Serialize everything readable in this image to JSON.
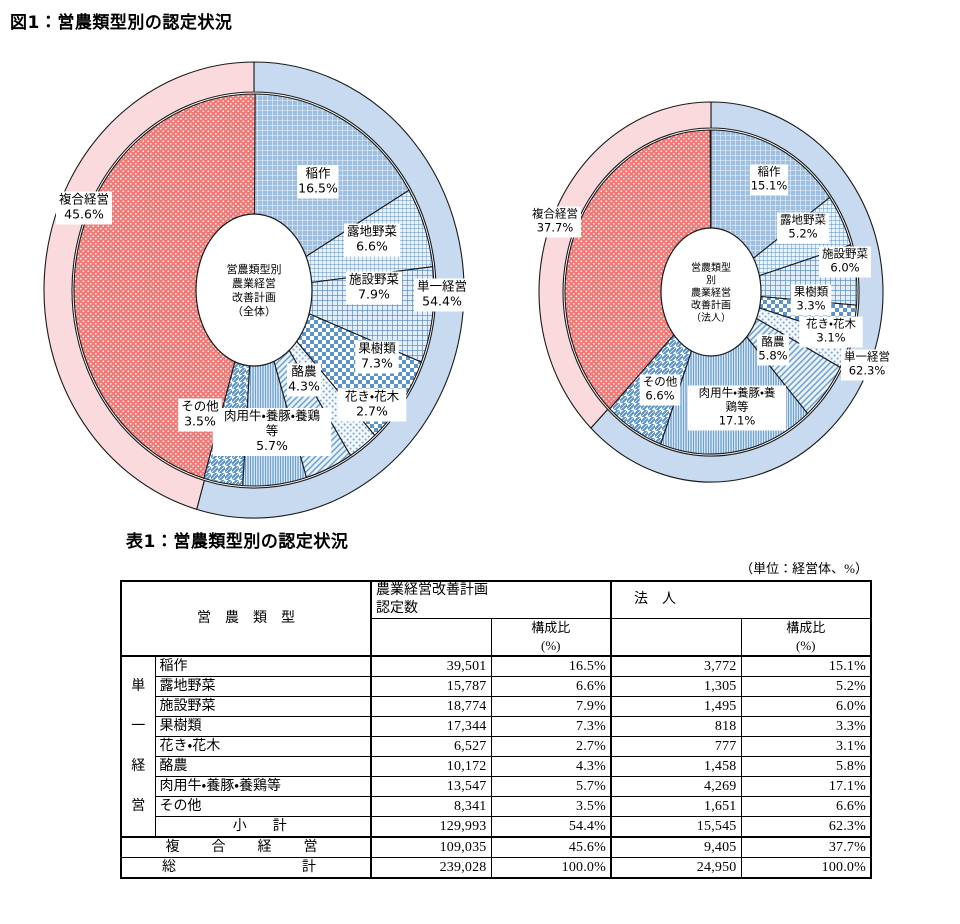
{
  "figure": {
    "title": "図1：営農類型別の認定状況",
    "charts": [
      {
        "center_lines": [
          "営農類型別",
          "農業経営",
          "改善計画",
          "（全体）"
        ],
        "outer": [
          {
            "label": "複合経営",
            "value": 45.6,
            "value_text": "45.6%"
          },
          {
            "label": "単一経営",
            "value": 54.4,
            "value_text": "54.4%"
          }
        ],
        "inner": [
          {
            "label": "稲作",
            "value": 16.5,
            "value_text": "16.5%",
            "pattern": "grid-fine"
          },
          {
            "label": "露地野菜",
            "value": 6.6,
            "value_text": "6.6%",
            "pattern": "grid-vfine"
          },
          {
            "label": "施設野菜",
            "value": 7.9,
            "value_text": "7.9%",
            "pattern": "grid-med"
          },
          {
            "label": "果樹類",
            "value": 7.3,
            "value_text": "7.3%",
            "pattern": "checker"
          },
          {
            "label": "花き・花木",
            "value": 2.7,
            "value_text": "2.7%",
            "pattern": "dots"
          },
          {
            "label": "酪農",
            "value": 4.3,
            "value_text": "4.3%",
            "pattern": "diag-hatch"
          },
          {
            "label": "肉用牛・養豚・養鶏等",
            "value": 5.7,
            "value_text": "5.7%",
            "pattern": "vstripe"
          },
          {
            "label": "その他",
            "value": 3.5,
            "value_text": "3.5%",
            "pattern": "diag-stripe"
          },
          {
            "label": "複合経営",
            "value": 45.6,
            "value_text": "45.6%",
            "pattern": "reddots"
          }
        ]
      },
      {
        "center_lines": [
          "営農類型",
          "別",
          "農業経営",
          "改善計画",
          "（法人）"
        ],
        "outer": [
          {
            "label": "複合経営",
            "value": 37.7,
            "value_text": "37.7%"
          },
          {
            "label": "単一経営",
            "value": 62.3,
            "value_text": "62.3%"
          }
        ],
        "inner": [
          {
            "label": "稲作",
            "value": 15.1,
            "value_text": "15.1%",
            "pattern": "grid-fine"
          },
          {
            "label": "露地野菜",
            "value": 5.2,
            "value_text": "5.2%",
            "pattern": "grid-vfine"
          },
          {
            "label": "施設野菜",
            "value": 6.0,
            "value_text": "6.0%",
            "pattern": "grid-med"
          },
          {
            "label": "果樹類",
            "value": 3.3,
            "value_text": "3.3%",
            "pattern": "checker"
          },
          {
            "label": "花き・花木",
            "value": 3.1,
            "value_text": "3.1%",
            "pattern": "dots"
          },
          {
            "label": "酪農",
            "value": 5.8,
            "value_text": "5.8%",
            "pattern": "diag-hatch"
          },
          {
            "label": "肉用牛・養豚・養鶏等",
            "value": 17.1,
            "value_text": "17.1%",
            "pattern": "vstripe"
          },
          {
            "label": "その他",
            "value": 6.6,
            "value_text": "6.6%",
            "pattern": "diag-stripe"
          },
          {
            "label": "複合経営",
            "value": 37.7,
            "value_text": "37.7%",
            "pattern": "reddots"
          }
        ]
      }
    ]
  },
  "table": {
    "title": "表1：営農類型別の認定状況",
    "unit_note": "（単位：経営体、%）",
    "headers": {
      "category": "営　農　類　型",
      "col_total": "農業経営改善計画認定数",
      "col_total_l1": "農業経営改善計画",
      "col_total_l2": "認定数",
      "col_share": "構成比",
      "col_share_unit": "(%)",
      "col_corp": "法　人"
    },
    "group_single": [
      "単",
      "一",
      "経",
      "営"
    ],
    "rows": [
      {
        "label": "稲作",
        "total": "39,501",
        "total_share": "16.5%",
        "corp": "3,772",
        "corp_share": "15.1%"
      },
      {
        "label": "露地野菜",
        "total": "15,787",
        "total_share": "6.6%",
        "corp": "1,305",
        "corp_share": "5.2%"
      },
      {
        "label": "施設野菜",
        "total": "18,774",
        "total_share": "7.9%",
        "corp": "1,495",
        "corp_share": "6.0%"
      },
      {
        "label": "果樹類",
        "total": "17,344",
        "total_share": "7.3%",
        "corp": "818",
        "corp_share": "3.3%"
      },
      {
        "label": "花き・花木",
        "total": "6,527",
        "total_share": "2.7%",
        "corp": "777",
        "corp_share": "3.1%"
      },
      {
        "label": "酪農",
        "total": "10,172",
        "total_share": "4.3%",
        "corp": "1,458",
        "corp_share": "5.8%"
      },
      {
        "label": "肉用牛・養豚・養鶏等",
        "total": "13,547",
        "total_share": "5.7%",
        "corp": "4,269",
        "corp_share": "17.1%"
      },
      {
        "label": "その他",
        "total": "8,341",
        "total_share": "3.5%",
        "corp": "1,651",
        "corp_share": "6.6%"
      }
    ],
    "subtotal": {
      "label": "小　計",
      "total": "129,993",
      "total_share": "54.4%",
      "corp": "15,545",
      "corp_share": "62.3%"
    },
    "composite": {
      "label": "複　合　経　営",
      "total": "109,035",
      "total_share": "45.6%",
      "corp": "9,405",
      "corp_share": "37.7%"
    },
    "grand": {
      "label": "総　　　　計",
      "total": "239,028",
      "total_share": "100.0%",
      "corp": "24,950",
      "corp_share": "100.0%"
    }
  },
  "chart_data": {
    "type": "pie",
    "title": "営農類型別の認定状況",
    "unit": "経営体、%",
    "charts": [
      {
        "name": "農業経営改善計画（全体）",
        "total_count": 239028,
        "outer_ring": {
          "categories": [
            "複合経営",
            "単一経営"
          ],
          "values": [
            45.6,
            54.4
          ],
          "counts": [
            109035,
            129993
          ],
          "colors": [
            "#fadadd",
            "#c7daef"
          ]
        },
        "inner_ring": {
          "categories": [
            "稲作",
            "露地野菜",
            "施設野菜",
            "果樹類",
            "花き・花木",
            "酪農",
            "肉用牛・養豚・養鶏等",
            "その他",
            "複合経営"
          ],
          "values": [
            16.5,
            6.6,
            7.9,
            7.3,
            2.7,
            4.3,
            5.7,
            3.5,
            45.6
          ],
          "counts": [
            39501,
            15787,
            18774,
            17344,
            6527,
            10172,
            13547,
            8341,
            109035
          ],
          "colors": [
            "#a8c4e2",
            "#cfe0f2",
            "#bcd4ec",
            "#6f9fd0",
            "#e6eef8",
            "#bcd4ec",
            "#a8c4e2",
            "#bcd4ec",
            "#f07a78"
          ]
        },
        "legend_position": "callout-labels"
      },
      {
        "name": "農業経営改善計画（法人）",
        "total_count": 24950,
        "outer_ring": {
          "categories": [
            "複合経営",
            "単一経営"
          ],
          "values": [
            37.7,
            62.3
          ],
          "counts": [
            9405,
            15545
          ],
          "colors": [
            "#fadadd",
            "#c7daef"
          ]
        },
        "inner_ring": {
          "categories": [
            "稲作",
            "露地野菜",
            "施設野菜",
            "果樹類",
            "花き・花木",
            "酪農",
            "肉用牛・養豚・養鶏等",
            "その他",
            "複合経営"
          ],
          "values": [
            15.1,
            5.2,
            6.0,
            3.3,
            3.1,
            5.8,
            17.1,
            6.6,
            37.7
          ],
          "counts": [
            3772,
            1305,
            1495,
            818,
            777,
            1458,
            4269,
            1651,
            9405
          ],
          "colors": [
            "#a8c4e2",
            "#cfe0f2",
            "#bcd4ec",
            "#6f9fd0",
            "#e6eef8",
            "#bcd4ec",
            "#a8c4e2",
            "#bcd4ec",
            "#f07a78"
          ]
        },
        "legend_position": "callout-labels"
      }
    ],
    "table_view": {
      "columns": [
        "営農類型",
        "農業経営改善計画認定数",
        "構成比(%)",
        "法人",
        "構成比(%)"
      ],
      "rows": [
        [
          "稲作",
          39501,
          16.5,
          3772,
          15.1
        ],
        [
          "露地野菜",
          15787,
          6.6,
          1305,
          5.2
        ],
        [
          "施設野菜",
          18774,
          7.9,
          1495,
          6.0
        ],
        [
          "果樹類",
          17344,
          7.3,
          818,
          3.3
        ],
        [
          "花き・花木",
          6527,
          2.7,
          777,
          3.1
        ],
        [
          "酪農",
          10172,
          4.3,
          1458,
          5.8
        ],
        [
          "肉用牛・養豚・養鶏等",
          13547,
          5.7,
          4269,
          17.1
        ],
        [
          "その他",
          8341,
          3.5,
          1651,
          6.6
        ],
        [
          "小計",
          129993,
          54.4,
          15545,
          62.3
        ],
        [
          "複合経営",
          109035,
          45.6,
          9405,
          37.7
        ],
        [
          "総計",
          239028,
          100.0,
          24950,
          100.0
        ]
      ]
    }
  },
  "colors": {
    "red_fill": "#f07a78",
    "red_ring": "#fadadd",
    "blue_ring": "#c7daef",
    "blue_mid": "#a8c4e2",
    "blue_dark": "#6f9fd0",
    "blue_pale": "#dfeaf7",
    "stroke": "#1a1a1a"
  }
}
